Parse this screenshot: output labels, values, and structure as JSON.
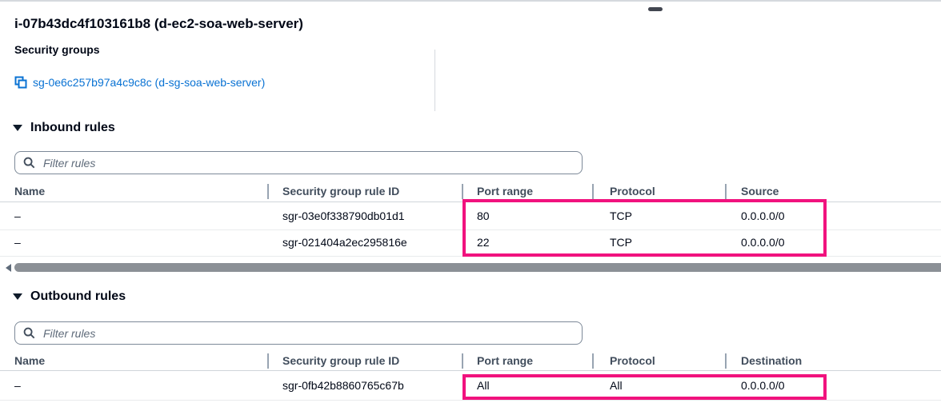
{
  "panel": {
    "title": "i-07b43dc4f103161b8 (d-ec2-soa-web-server)"
  },
  "details": {
    "security_groups_label": "Security groups",
    "security_group_link": "sg-0e6c257b97a4c9c8c (d-sg-soa-web-server)"
  },
  "inbound": {
    "title": "Inbound rules",
    "filter_placeholder": "Filter rules",
    "columns": [
      "Name",
      "Security group rule ID",
      "Port range",
      "Protocol",
      "Source"
    ],
    "rows": [
      [
        "–",
        "sgr-03e0f338790db01d1",
        "80",
        "TCP",
        "0.0.0.0/0"
      ],
      [
        "–",
        "sgr-021404a2ec295816e",
        "22",
        "TCP",
        "0.0.0.0/0"
      ]
    ]
  },
  "outbound": {
    "title": "Outbound rules",
    "filter_placeholder": "Filter rules",
    "columns": [
      "Name",
      "Security group rule ID",
      "Port range",
      "Protocol",
      "Destination"
    ],
    "rows": [
      [
        "–",
        "sgr-0fb42b8860765c67b",
        "All",
        "All",
        "0.0.0.0/0"
      ]
    ]
  },
  "colors": {
    "link_blue": "#0972d3",
    "annotation_pink": "#f1127e",
    "column_header_text": "#414d5c",
    "scrollbar_thumb": "#8b9096"
  }
}
